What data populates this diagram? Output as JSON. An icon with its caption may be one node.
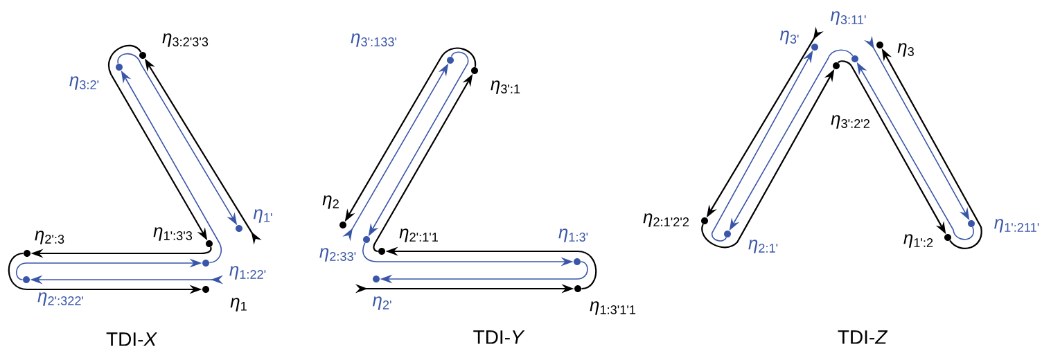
{
  "diagram": {
    "nodes": [
      {
        "text": [],
        "shape": "circle",
        "beside": [
          "*η*$_{3:2'3'3}$"
        ]
      },
      {
        "text": [],
        "shape": "circle",
        "beside": [
          "*η*$_{3:2'}$"
        ]
      },
      {
        "text": [],
        "shape": "circle",
        "beside": [
          "*η*$_{1'}$"
        ]
      },
      {
        "text": [],
        "shape": "circle",
        "beside": [
          "*η*$_{1':3'3}$"
        ]
      },
      {
        "text": [],
        "shape": "circle",
        "beside": [
          "*η*$_{2':3}$"
        ]
      },
      {
        "text": [],
        "shape": "circle",
        "beside": [
          "*η*$_{1:22'}$"
        ]
      },
      {
        "text": [],
        "shape": "circle",
        "beside": [
          "*η*$_{2':322'}$"
        ]
      },
      {
        "text": [],
        "shape": "circle",
        "beside": [
          "*η*$_{1}$"
        ]
      },
      {
        "text": [],
        "shape": "circle",
        "beside": [
          "*η*$_{3':133'}$"
        ]
      },
      {
        "text": [],
        "shape": "circle",
        "beside": [
          "*η*$_{3':1}$"
        ]
      },
      {
        "text": [],
        "shape": "circle",
        "beside": [
          "*η*$_{2}$"
        ]
      },
      {
        "text": [],
        "shape": "circle",
        "beside": [
          "*η*$_{2:33'}$"
        ]
      },
      {
        "text": [],
        "shape": "circle",
        "beside": [
          "*η*$_{2':1'1}$"
        ]
      },
      {
        "text": [],
        "shape": "circle",
        "beside": [
          "*η*$_{1:3'}$"
        ]
      },
      {
        "text": [],
        "shape": "circle",
        "beside": [
          "*η*$_{2'}$"
        ]
      },
      {
        "text": [],
        "shape": "circle",
        "beside": [
          "*η*$_{1:3'1'1}$"
        ]
      },
      {
        "text": [],
        "shape": "circle",
        "beside": [
          "*η*$_{3'}$"
        ]
      },
      {
        "text": [],
        "shape": "circle",
        "beside": [
          "*η*$_{3:11'}$"
        ]
      },
      {
        "text": [],
        "shape": "circle",
        "beside": [
          "*η*$_{3}$"
        ]
      },
      {
        "text": [],
        "shape": "circle",
        "beside": [
          "*η*$_{3':2'2}$"
        ]
      },
      {
        "text": [],
        "shape": "circle",
        "beside": [
          "*η*$_{2:1'2'2}$"
        ]
      },
      {
        "text": [],
        "shape": "circle",
        "beside": [
          "*η*$_{2:1'}$"
        ]
      },
      {
        "text": [],
        "shape": "circle",
        "beside": [
          "*η*$_{1':2}$"
        ]
      },
      {
        "text": [],
        "shape": "circle",
        "beside": [
          "*η*$_{1':211'}$"
        ]
      }
    ],
    "edges": [
      {
        "from": 2,
        "to": 0,
        "arrow": "to"
      },
      {
        "from": 0,
        "to": 3,
        "arrow": "to"
      },
      {
        "from": 3,
        "to": 4,
        "arrow": "to"
      },
      {
        "from": 4,
        "to": 7,
        "arrow": "to"
      },
      {
        "from": 7,
        "to": 6,
        "arrow": "to",
        "color": "#3a56a8"
      },
      {
        "from": 6,
        "to": 5,
        "arrow": "to",
        "color": "#3a56a8"
      },
      {
        "from": 5,
        "to": 1,
        "arrow": "to",
        "color": "#3a56a8"
      },
      {
        "from": 1,
        "to": 2,
        "arrow": "to",
        "color": "#3a56a8"
      },
      {
        "from": 14,
        "to": 15,
        "arrow": "to"
      },
      {
        "from": 15,
        "to": 12,
        "arrow": "to"
      },
      {
        "from": 12,
        "to": 9,
        "arrow": "to"
      },
      {
        "from": 9,
        "to": 10,
        "arrow": "to"
      },
      {
        "from": 10,
        "to": 8,
        "arrow": "to",
        "color": "#3a56a8"
      },
      {
        "from": 8,
        "to": 11,
        "arrow": "to",
        "color": "#3a56a8"
      },
      {
        "from": 11,
        "to": 13,
        "arrow": "to",
        "color": "#3a56a8"
      },
      {
        "from": 13,
        "to": 14,
        "arrow": "to",
        "color": "#3a56a8"
      },
      {
        "from": 16,
        "to": 20,
        "arrow": "to"
      },
      {
        "from": 20,
        "to": 19,
        "arrow": "to"
      },
      {
        "from": 19,
        "to": 22,
        "arrow": "to"
      },
      {
        "from": 22,
        "to": 18,
        "arrow": "to"
      },
      {
        "from": 18,
        "to": 23,
        "arrow": "to",
        "color": "#3a56a8"
      },
      {
        "from": 23,
        "to": 17,
        "arrow": "to",
        "color": "#3a56a8"
      },
      {
        "from": 17,
        "to": 21,
        "arrow": "to",
        "color": "#3a56a8"
      },
      {
        "from": 21,
        "to": 16,
        "arrow": "to",
        "color": "#3a56a8"
      }
    ],
    "labels": [
      "TDI-*X*",
      "TDI-*Y*",
      "TDI-*Z*"
    ]
  }
}
